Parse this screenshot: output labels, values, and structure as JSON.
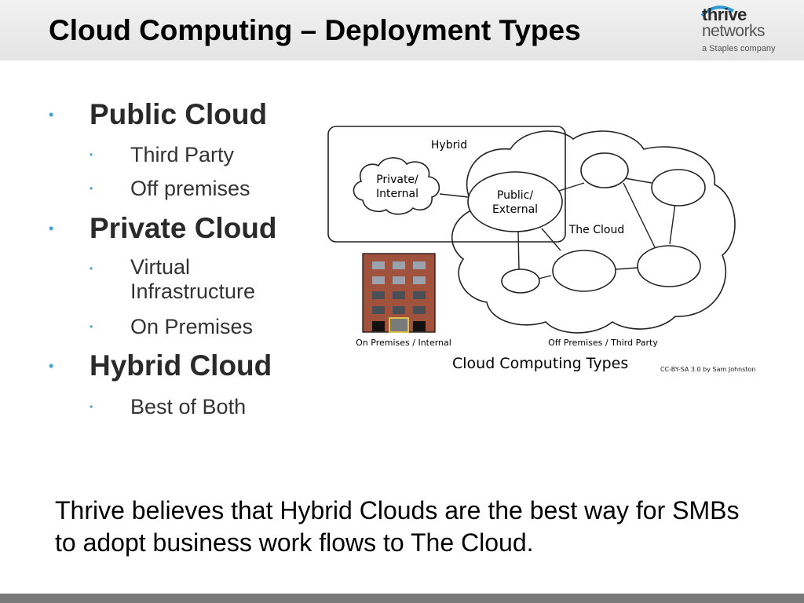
{
  "slide": {
    "title": "Cloud Computing – Deployment Types",
    "logo": {
      "line1": "thrive",
      "line2": "networks",
      "tagline": "a Staples company"
    },
    "bullets": [
      {
        "label": "Public Cloud",
        "sub": [
          "Third Party",
          "Off premises"
        ]
      },
      {
        "label": "Private Cloud",
        "sub": [
          "Virtual Infrastructure",
          "On Premises"
        ]
      },
      {
        "label": "Hybrid Cloud",
        "sub": [
          "Best of Both"
        ]
      }
    ],
    "statement": "Thrive believes that Hybrid Clouds are the best way for SMBs to adopt business work flows to The Cloud."
  },
  "diagram": {
    "hybrid_label": "Hybrid",
    "private_label_1": "Private/",
    "private_label_2": "Internal",
    "public_label_1": "Public/",
    "public_label_2": "External",
    "cloud_label": "The Cloud",
    "on_premises_label": "On Premises / Internal",
    "off_premises_label": "Off Premises / Third Party",
    "caption": "Cloud Computing Types",
    "credit": "CC-BY-SA 3.0 by Sam Johnston",
    "colors": {
      "building": "#a0523c",
      "bullet": "#3aa0d6",
      "arc": "#2f9ad6"
    }
  }
}
